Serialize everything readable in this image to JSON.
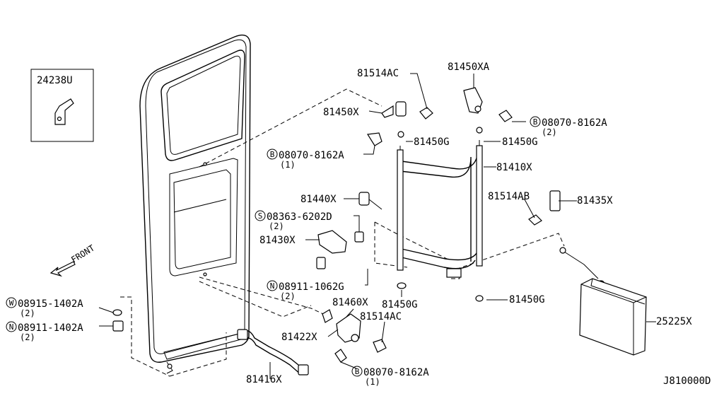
{
  "diagram_code": "J810000D",
  "front_label": "FRONT",
  "inset_part": "24238U",
  "parts": {
    "p81514AC_top": "81514AC",
    "p81450XA": "81450XA",
    "p81450X": "81450X",
    "p81450G_a": "81450G",
    "p81450G_b": "81450G",
    "p81410X": "81410X",
    "p81440X": "81440X",
    "p81514AB": "81514AB",
    "p81435X": "81435X",
    "p81430X": "81430X",
    "p81450G_c": "81450G",
    "p81450G_d": "81450G",
    "p81460X": "81460X",
    "p81514AC_bot": "81514AC",
    "p81422X": "81422X",
    "p81416X": "81416X",
    "p25225X": "25225X"
  },
  "callouts": {
    "b1": {
      "letter": "B",
      "code": "08070-8162A",
      "qty": "(2)"
    },
    "b2": {
      "letter": "B",
      "code": "08070-8162A",
      "qty": "(1)"
    },
    "s1": {
      "letter": "S",
      "code": "08363-6202D",
      "qty": "(2)"
    },
    "n1": {
      "letter": "N",
      "code": "08911-1062G",
      "qty": "(2)"
    },
    "w1": {
      "letter": "W",
      "code": "08915-1402A",
      "qty": "(2)"
    },
    "n2": {
      "letter": "N",
      "code": "08911-1402A",
      "qty": "(2)"
    },
    "b3": {
      "letter": "B",
      "code": "08070-8162A",
      "qty": "(1)"
    }
  }
}
